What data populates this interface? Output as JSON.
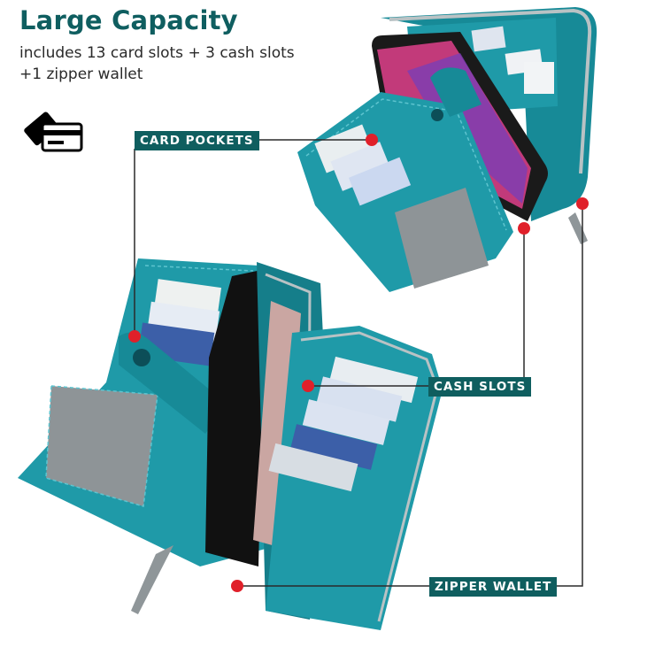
{
  "header": {
    "title": "Large Capacity",
    "subtitle_line1": "includes 13 card slots + 3 cash slots",
    "subtitle_line2": "+1 zipper wallet"
  },
  "icons": {
    "card": "credit-card-icon"
  },
  "callouts": {
    "card_pockets": "CARD POCKETS",
    "cash_slots": "CASH SLOTS",
    "zipper_wallet": "ZIPPER WALLET"
  },
  "colors": {
    "leather": "#1f9aa8",
    "leather_dark": "#157e8a",
    "label_bg": "#0f5e5f",
    "title": "#0f5e60",
    "marker": "#e0202a"
  }
}
